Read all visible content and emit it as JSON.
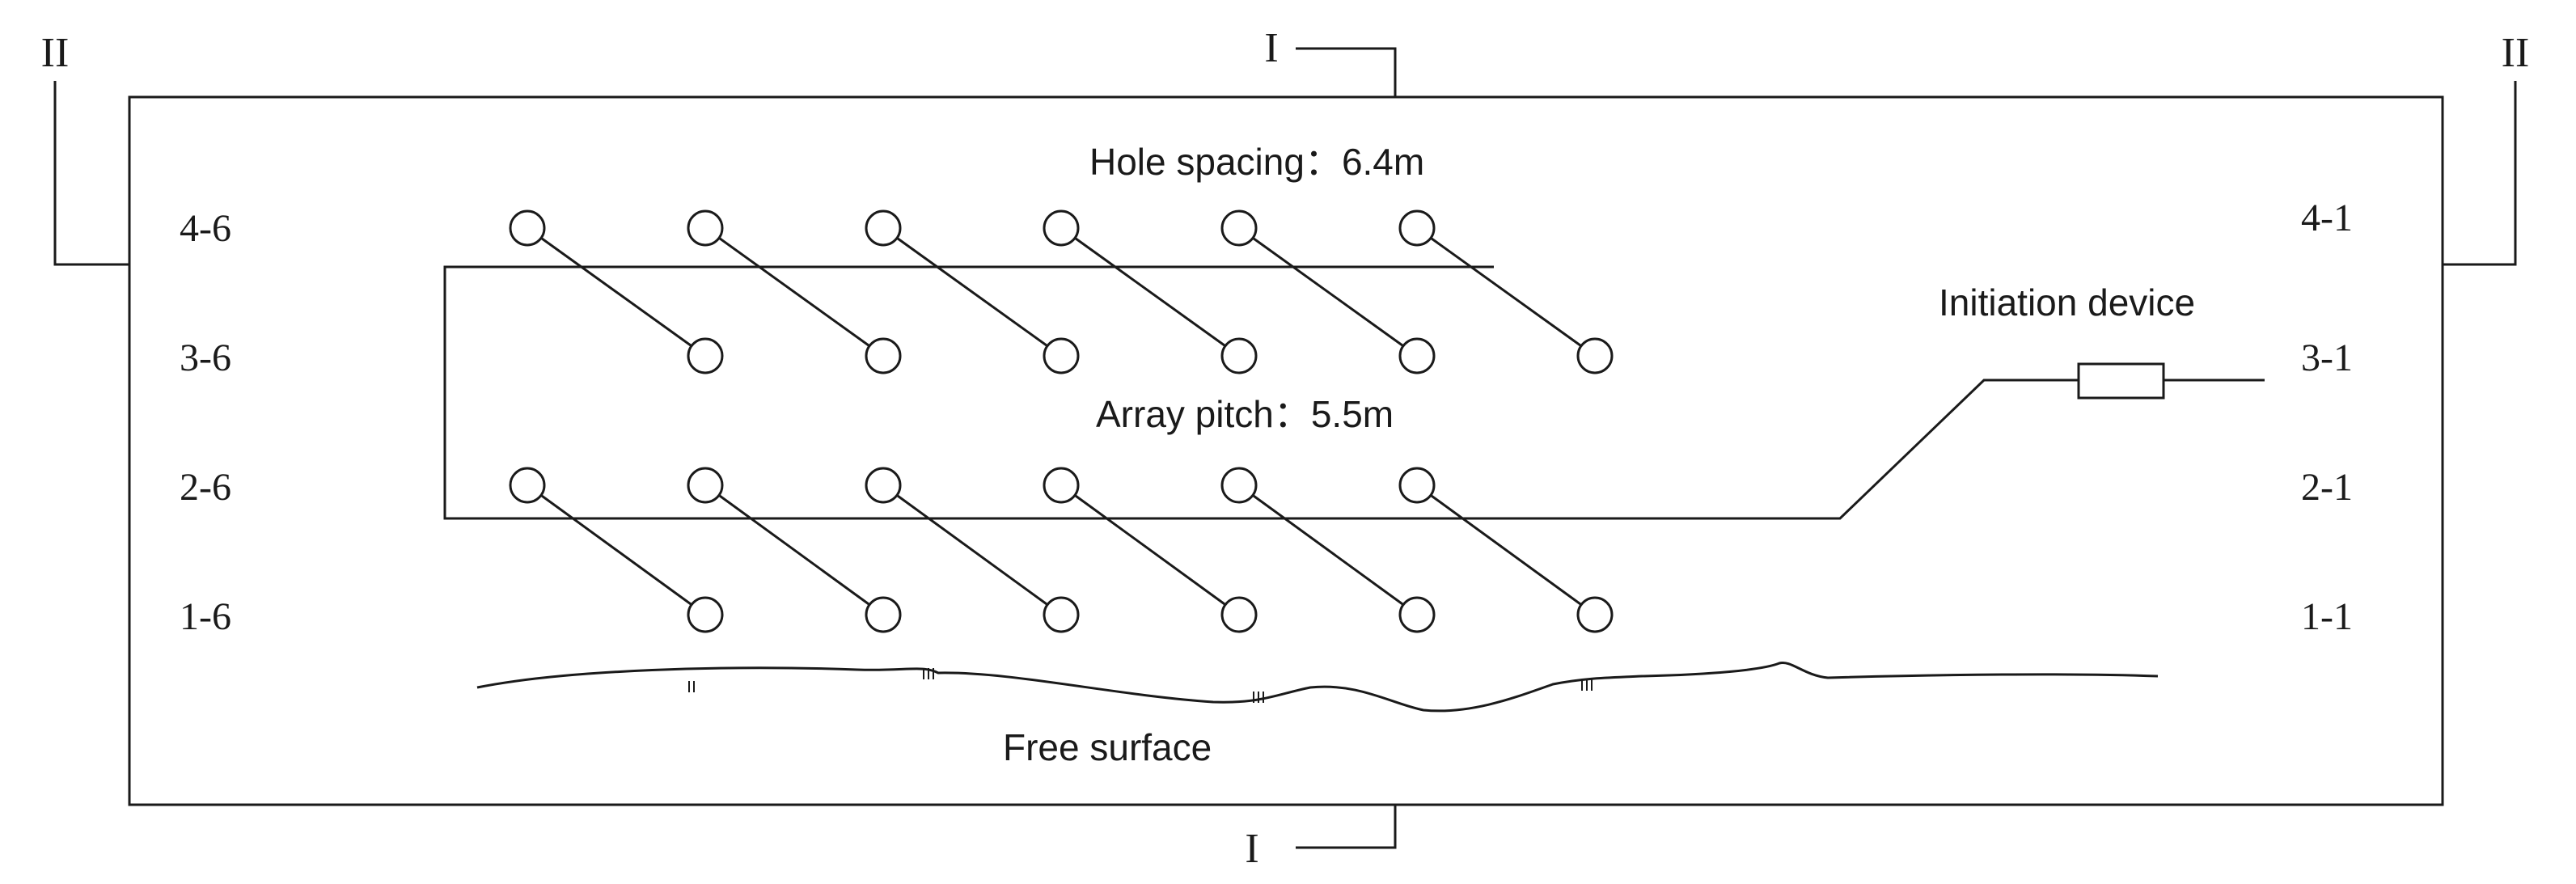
{
  "section_marks": {
    "top": "I",
    "bottom": "I",
    "left": "II",
    "right": "II"
  },
  "annotations": {
    "hole_spacing": "Hole spacing：6.4m",
    "array_pitch": "Array pitch：5.5m",
    "initiation_device": "Initiation device",
    "free_surface": "Free surface"
  },
  "row_labels_left": [
    "4-6",
    "3-6",
    "2-6",
    "1-6"
  ],
  "row_labels_right": [
    "4-1",
    "3-1",
    "2-1",
    "1-1"
  ],
  "holes": {
    "rows": 4,
    "holes_per_row": 6
  },
  "colors": {
    "line": "#1a1a1a",
    "background": "#ffffff"
  }
}
